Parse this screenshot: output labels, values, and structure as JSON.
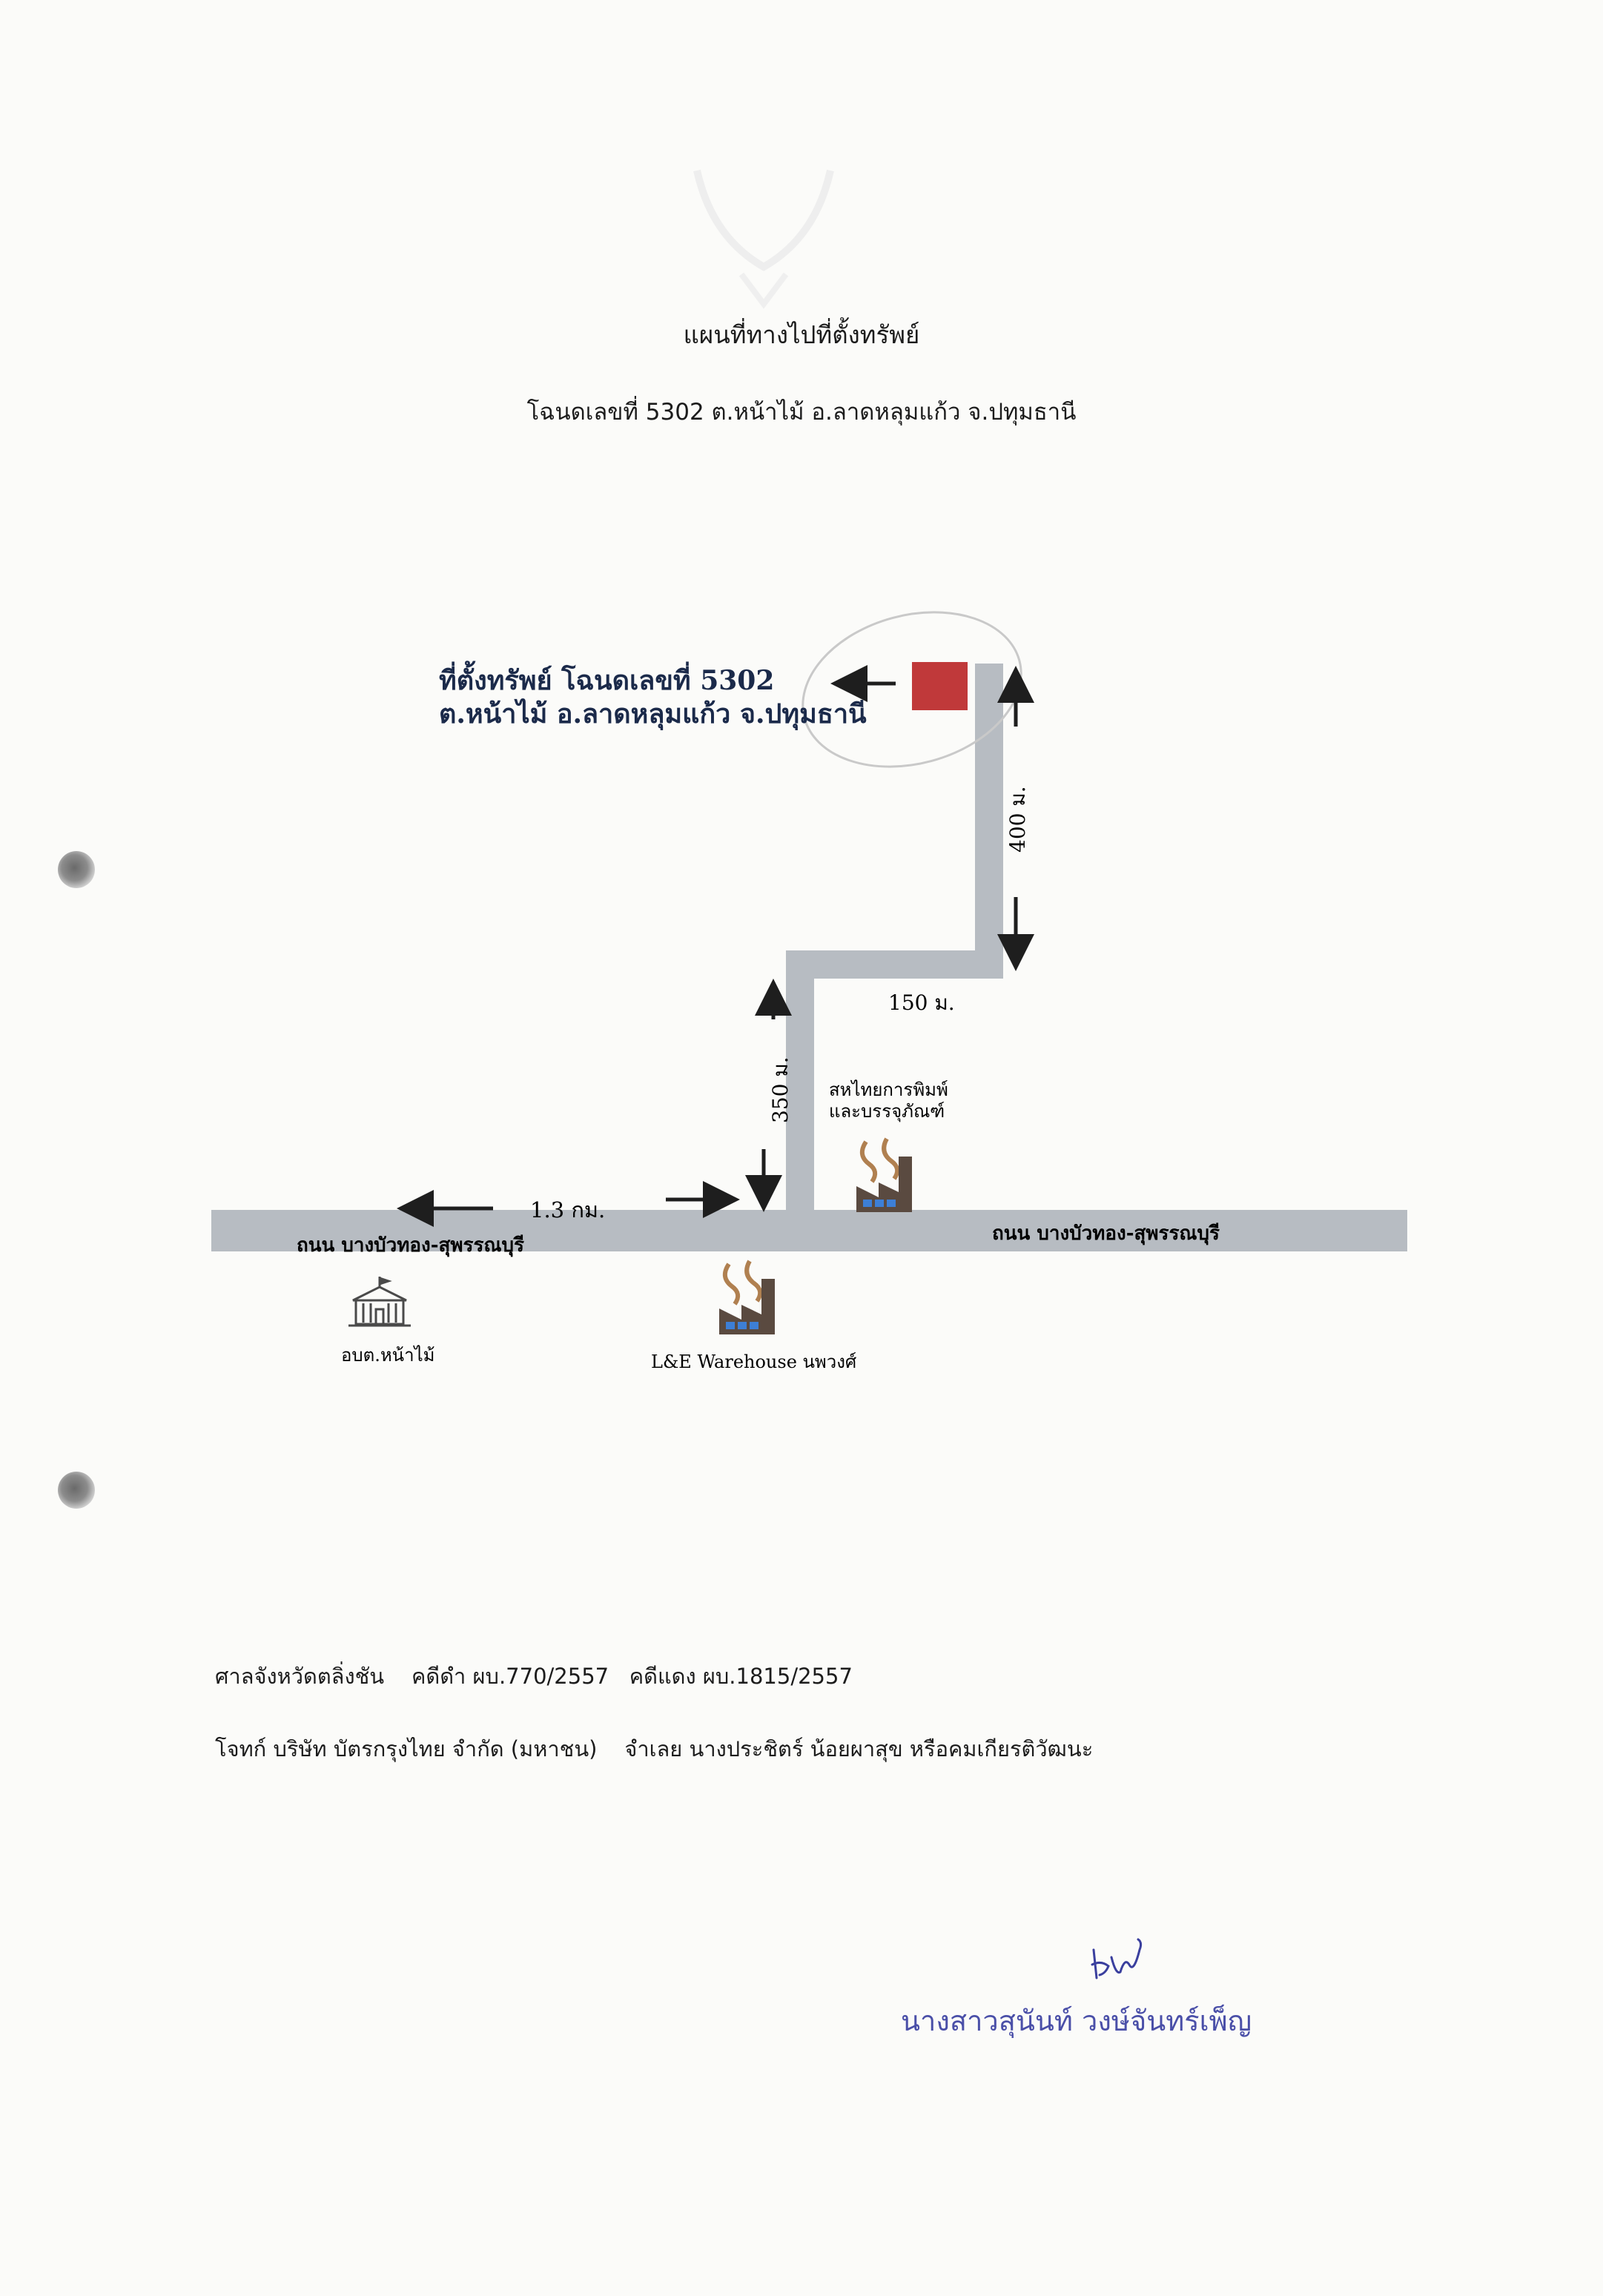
{
  "document": {
    "title": "แผนที่ทางไปที่ตั้งทรัพย์",
    "subtitle": "โฉนดเลขที่ 5302 ต.หน้าไม้ อ.ลาดหลุมแก้ว จ.ปทุมธานี"
  },
  "map": {
    "property_label_line1": "ที่ตั้งทรัพย์ โฉนดเลขที่ 5302",
    "property_label_line2": "ต.หน้าไม้ อ.ลาดหลุมแก้ว จ.ปทุมธานี",
    "distance_400": "400 ม.",
    "distance_150": "150 ม.",
    "distance_350": "350 ม.",
    "distance_1_3": "1.3 กม.",
    "road_label_left": "ถนน บางบัวทอง-สุพรรณบุรี",
    "road_label_right": "ถนน บางบัวทอง-สุพรรณบุรี",
    "factory1_line1": "สหไทยการพิมพ์",
    "factory1_line2": "และบรรจุภัณฑ์",
    "office_label": "อบต.หน้าไม้",
    "warehouse_label": "L&E Warehouse นพวงศ์",
    "property_color": "#c0393a",
    "road_color": "#b7bcc2"
  },
  "footer": {
    "court_line": "ศาลจังหวัดตลิ่งชัน    คดีดำ ผบ.770/2557   คดีแดง ผบ.1815/2557",
    "parties_line": "โจทก์ บริษัท บัตรกรุงไทย จำกัด (มหาชน)    จำเลย นางประชิตร์ น้อยผาสุข หรือคมเกียรติวัฒนะ"
  },
  "signature": {
    "name": "นางสาวสุนันท์ วงษ์จันทร์เพ็ญ"
  }
}
